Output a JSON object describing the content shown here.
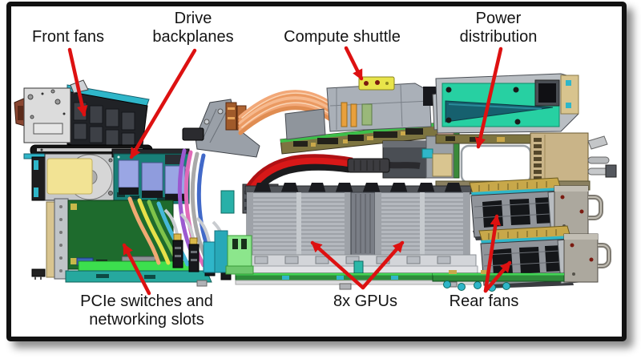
{
  "figure": {
    "kind": "annotated server hardware side view",
    "arrow_color": "#dd1111",
    "frame_color": "#111111",
    "background_color": "#ffffff",
    "text_color": "#141414"
  },
  "callouts": [
    {
      "id": "front-fans",
      "text": "Front fans"
    },
    {
      "id": "drive-backplanes",
      "text": "Drive\nbackplanes"
    },
    {
      "id": "compute-shuttle",
      "text": "Compute shuttle"
    },
    {
      "id": "power-distribution",
      "text": "Power\ndistribution"
    },
    {
      "id": "pcie-switches",
      "text": "PCIe switches and\nnetworking slots"
    },
    {
      "id": "gpus",
      "text": "8x GPUs"
    },
    {
      "id": "rear-fans",
      "text": "Rear fans"
    }
  ]
}
